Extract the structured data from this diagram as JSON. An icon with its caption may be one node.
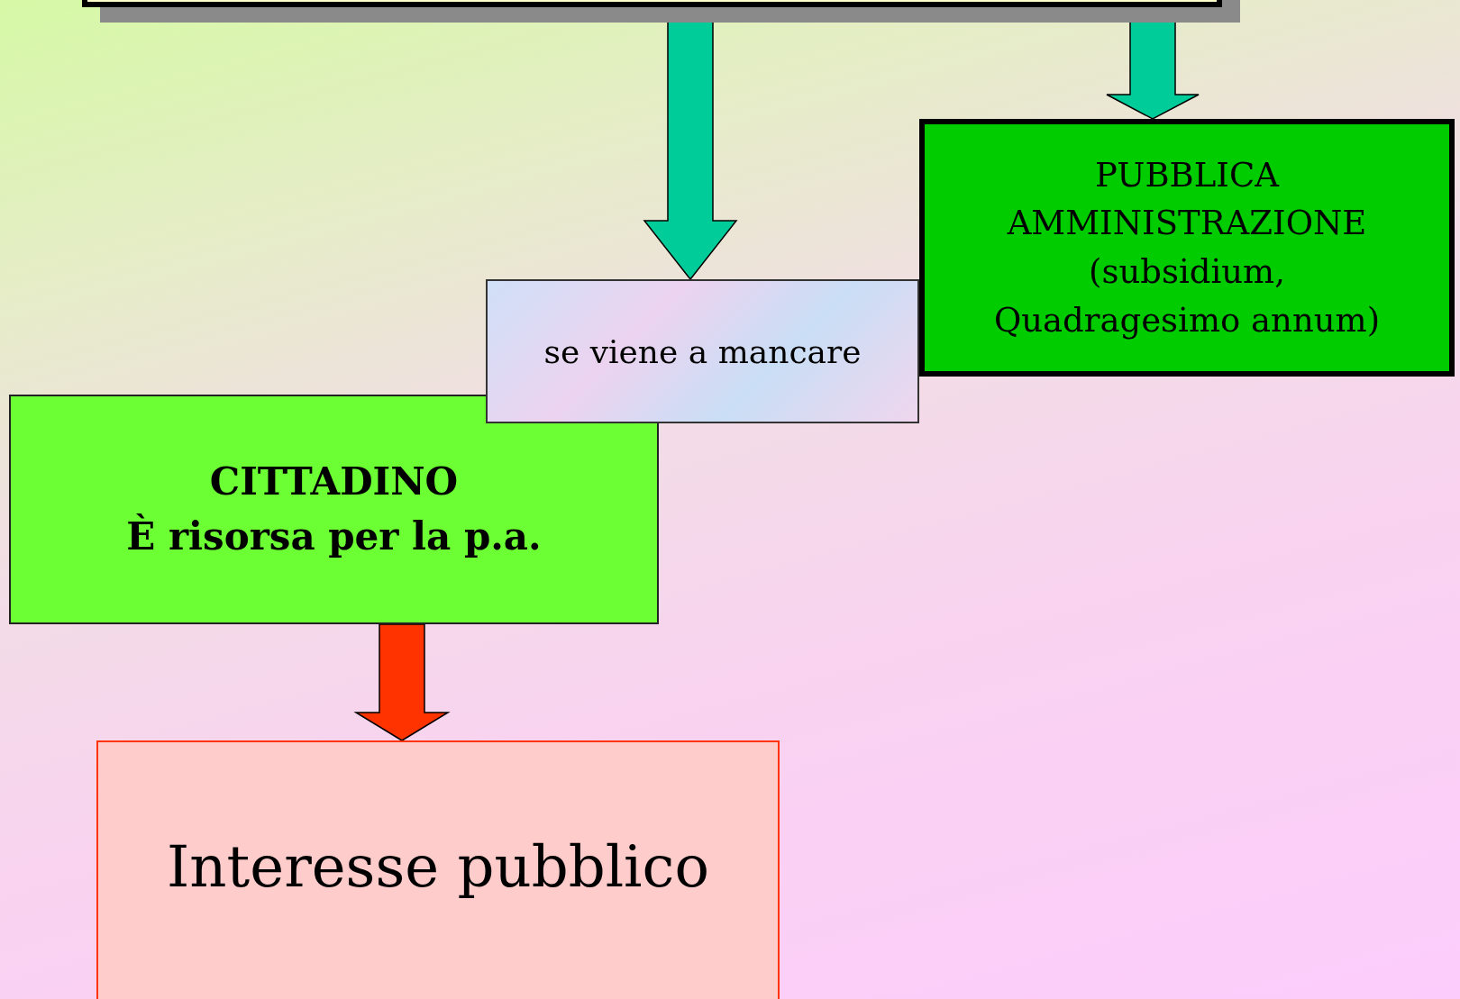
{
  "diagram": {
    "nodes": [
      {
        "text": [],
        "shape": "box"
      },
      {
        "text": [
          "PUBBLICA AMMINISTRAZIONE",
          "(subsidium, Quadragesimo annum)"
        ]
      },
      {
        "text": [
          "se viene  a mancare"
        ]
      },
      {
        "text": [
          "CITTADINO",
          "È risorsa per la p.a."
        ]
      },
      {
        "text": [
          "Interesse pubblico"
        ]
      }
    ],
    "edges": [
      {
        "from": 0,
        "to": 2,
        "arrow": "to"
      },
      {
        "from": 0,
        "to": 1,
        "arrow": "to"
      },
      {
        "from": 3,
        "to": 4,
        "arrow": "to",
        "color": "#ff3300"
      }
    ]
  }
}
